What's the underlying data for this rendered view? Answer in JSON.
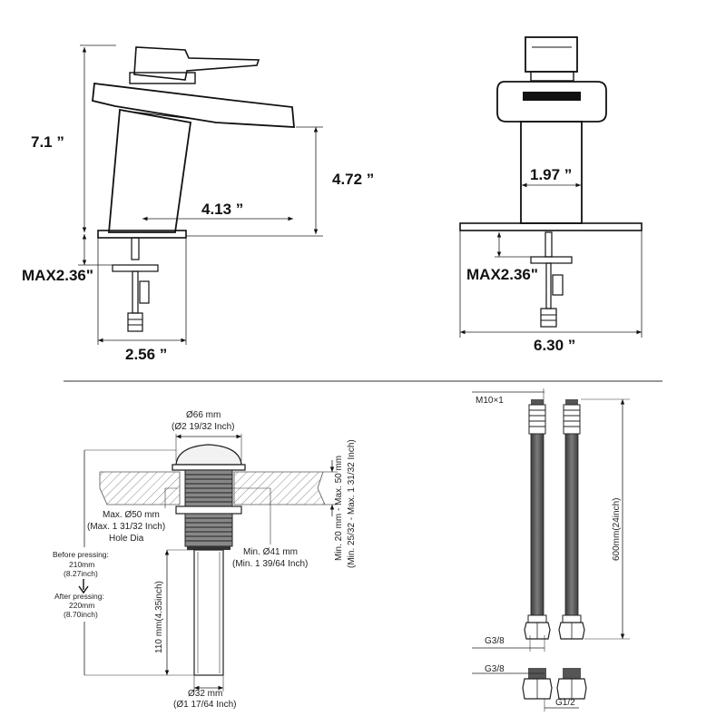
{
  "faucet_side": {
    "height": "7.1 ”",
    "spout_height": "4.72 ”",
    "spout_reach": "4.13 ”",
    "max_deck": "MAX2.36ʺ",
    "base_width": "2.56 ”"
  },
  "faucet_front": {
    "body_width": "1.97 ”",
    "max_deck": "MAX2.36ʺ",
    "plate_width": "6.30 ”"
  },
  "drain": {
    "cap_dia": "Ø66 mm",
    "cap_dia_in": "(Ø2 19/32 Inch)",
    "hole_max": "Max. Ø50 mm",
    "hole_max_in": "(Max. 1 31/32 Inch)",
    "hole_dia": "Hole Dia",
    "hole_min": "Min. Ø41 mm",
    "hole_min_in": "(Min. 1 39/64 Inch)",
    "thickness": "Min. 20 mm - Max. 50 mm",
    "thickness_in": "(Min. 25/32 - Max. 1 31/32 Inch)",
    "before_label": "Before pressing:",
    "before_mm": "210mm",
    "before_in": "(8.27inch)",
    "after_label": "After pressing:",
    "after_mm": "220mm",
    "after_in": "(8.70inch)",
    "tail_length": "110 mm(4.35inch)",
    "tail_dia": "Ø32 mm",
    "tail_dia_in": "(Ø1 17/64 Inch)"
  },
  "hoses": {
    "thread_top": "M10×1",
    "length": "600mm(24inch)",
    "thread_end": "G3/8",
    "thread_adapter": "G3/8",
    "thread_valve": "G1/2"
  }
}
